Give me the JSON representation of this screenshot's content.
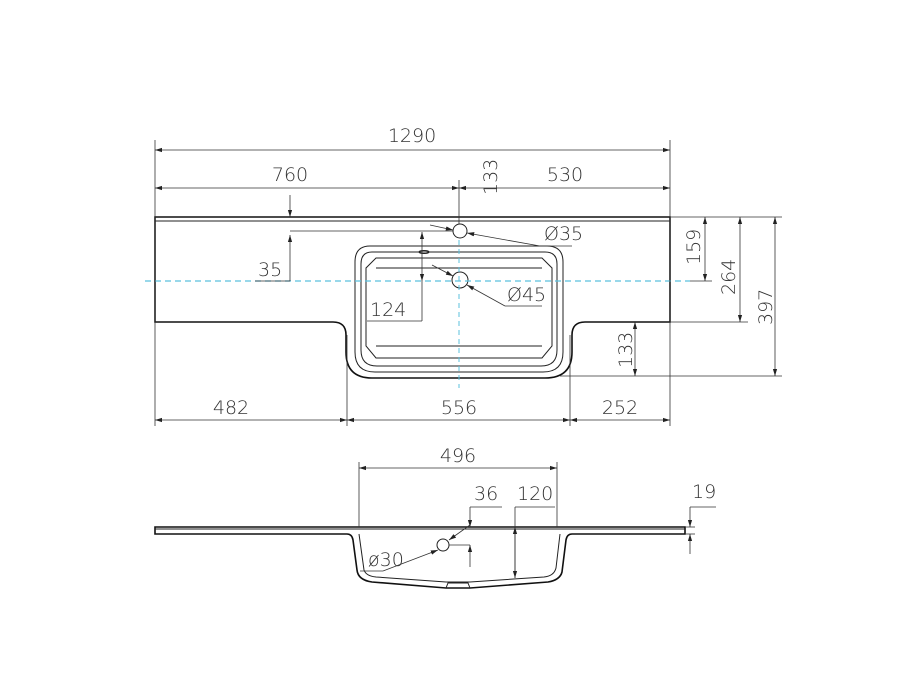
{
  "top_view": {
    "overall_width": "1290",
    "left_to_center": "760",
    "center_to_right": "530",
    "tap_hole_offset": "133",
    "tap_hole_from_back": "35",
    "tap_hole_diameter": "Ø35",
    "drain_diameter": "Ø45",
    "tap_to_drain": "124",
    "centerline_depth": "159",
    "slab_depth": "264",
    "total_depth": "397",
    "bowl_protrusion": "133",
    "left_width": "482",
    "bowl_width": "556",
    "right_width": "252"
  },
  "side_view": {
    "bowl_width": "496",
    "overflow_depth": "36",
    "bowl_depth": "120",
    "slab_thickness": "19",
    "overflow_diameter": "ø30"
  },
  "colors": {
    "centerline": "#5bc0de",
    "lines": "#222222"
  }
}
